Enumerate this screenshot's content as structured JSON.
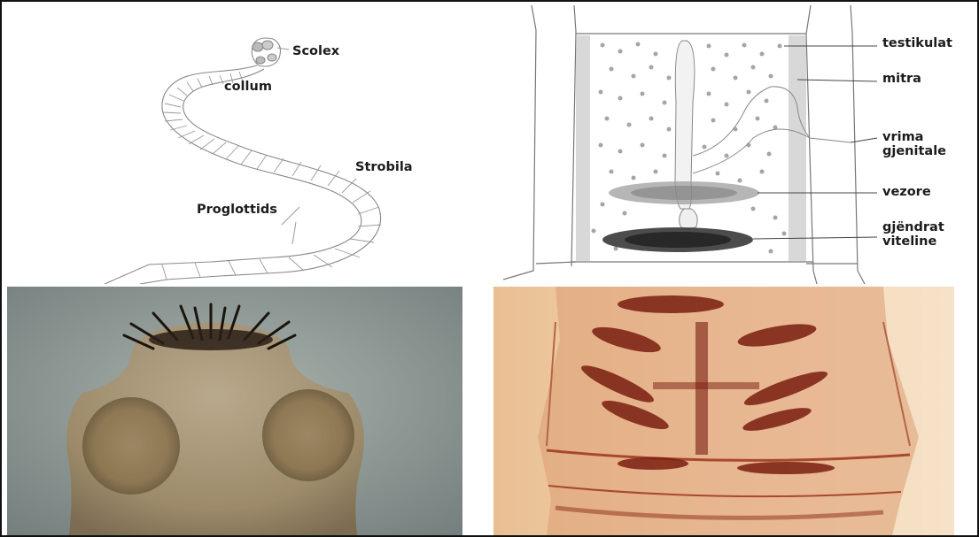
{
  "tapeworm_sketch": {
    "labels": {
      "scolex": "Scolex",
      "collum": "collum",
      "strobila": "Strobila",
      "proglottids": "Proglottids"
    }
  },
  "proglottid_sketch": {
    "labels": {
      "testes": "testikulat",
      "uterus": "mitra",
      "genital_pore_line1": "vrima",
      "genital_pore_line2": "gjenitale",
      "ovary": "vezore",
      "vitelline_line1": "gjëndrat",
      "vitelline_line2": "viteline"
    }
  },
  "colors": {
    "border": "#111111",
    "label_text": "#1c1c1c",
    "scolex_photo_bg": "#8f9a98",
    "proglottid_photo_bg": "#f2d2ae",
    "stain_dark": "#7a1e10"
  }
}
